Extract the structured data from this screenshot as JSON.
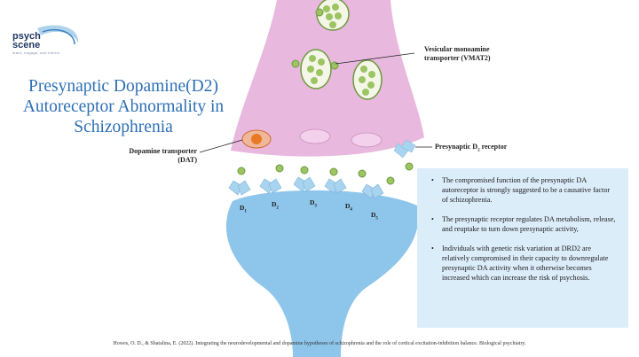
{
  "logo": {
    "line1": "psych",
    "line2": "scene",
    "tagline": "learn, engage, and inform"
  },
  "title": {
    "line1": "Presynaptic Dopamine(D2)",
    "line2": "Autoreceptor Abnormality in",
    "line3": "Schizophrenia"
  },
  "labels": {
    "vmat2_line1": "Vesicular monoamine",
    "vmat2_line2": "transporter (VMAT2)",
    "dat_line1": "Dopamine transporter",
    "dat_line2": "(DAT)",
    "d2_receptor_main": "Presynaptic D",
    "d2_receptor_sub": "2",
    "d2_receptor_tail": " receptor"
  },
  "receptors": [
    {
      "main": "D",
      "sub": "1"
    },
    {
      "main": "D",
      "sub": "2"
    },
    {
      "main": "D",
      "sub": "3"
    },
    {
      "main": "D",
      "sub": "4"
    },
    {
      "main": "D",
      "sub": "5"
    }
  ],
  "panel": {
    "bullets": [
      "The compromised function of the presynaptic DA autoreceptor is strongly suggested to be a causative factor of schizophrenia.",
      "The presynaptic receptor regulates DA metabolism, release, and reuptake to turn down presynaptic activity,",
      "Individuals with genetic risk variation at DRD2 are relatively compromised in their capacity to downregulate presynaptic DA activity when it otherwise becomes increased which can increase the risk of psychosis."
    ]
  },
  "citation": "Howes, O. D., & Shatalina, E. (2022). Integrating the neurodevelopmental and dopamine hypotheses of schizophrenia and the role of cortical excitation-inhibition balance. Biological psychiatry.",
  "colors": {
    "presynaptic": "#e9b8de",
    "postsynaptic": "#8ec5ea",
    "receptor": "#a9d4ef",
    "vesicle": "#b5d58a",
    "title": "#2e6fb5"
  }
}
